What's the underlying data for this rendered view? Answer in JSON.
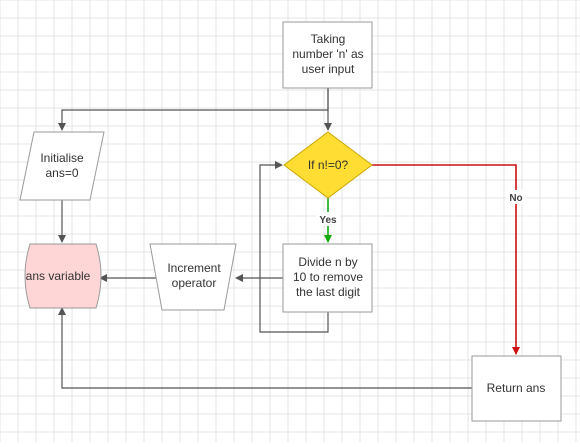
{
  "nodes": {
    "input": {
      "lines": [
        "Taking",
        "number 'n' as",
        "user input"
      ]
    },
    "init": {
      "lines": [
        "Initialise",
        "ans=0"
      ]
    },
    "decision": {
      "lines": [
        "If n!=0?"
      ]
    },
    "store": {
      "lines": [
        "ans variable"
      ]
    },
    "increment": {
      "lines": [
        "Increment",
        "operator"
      ]
    },
    "divide": {
      "lines": [
        "Divide n by",
        "10 to remove",
        "the last digit"
      ]
    },
    "ret": {
      "lines": [
        "Return ans"
      ]
    }
  },
  "edges": {
    "yes_label": "Yes",
    "no_label": "No"
  },
  "colors": {
    "grid": "#e4e4e4",
    "box_stroke": "#9a9a9a",
    "arrow": "#555555",
    "decision_fill": "#ffdd33",
    "decision_stroke": "#c9a800",
    "store_fill": "#ffd6d6",
    "yes_color": "#11aa11",
    "no_color": "#cc1111"
  }
}
